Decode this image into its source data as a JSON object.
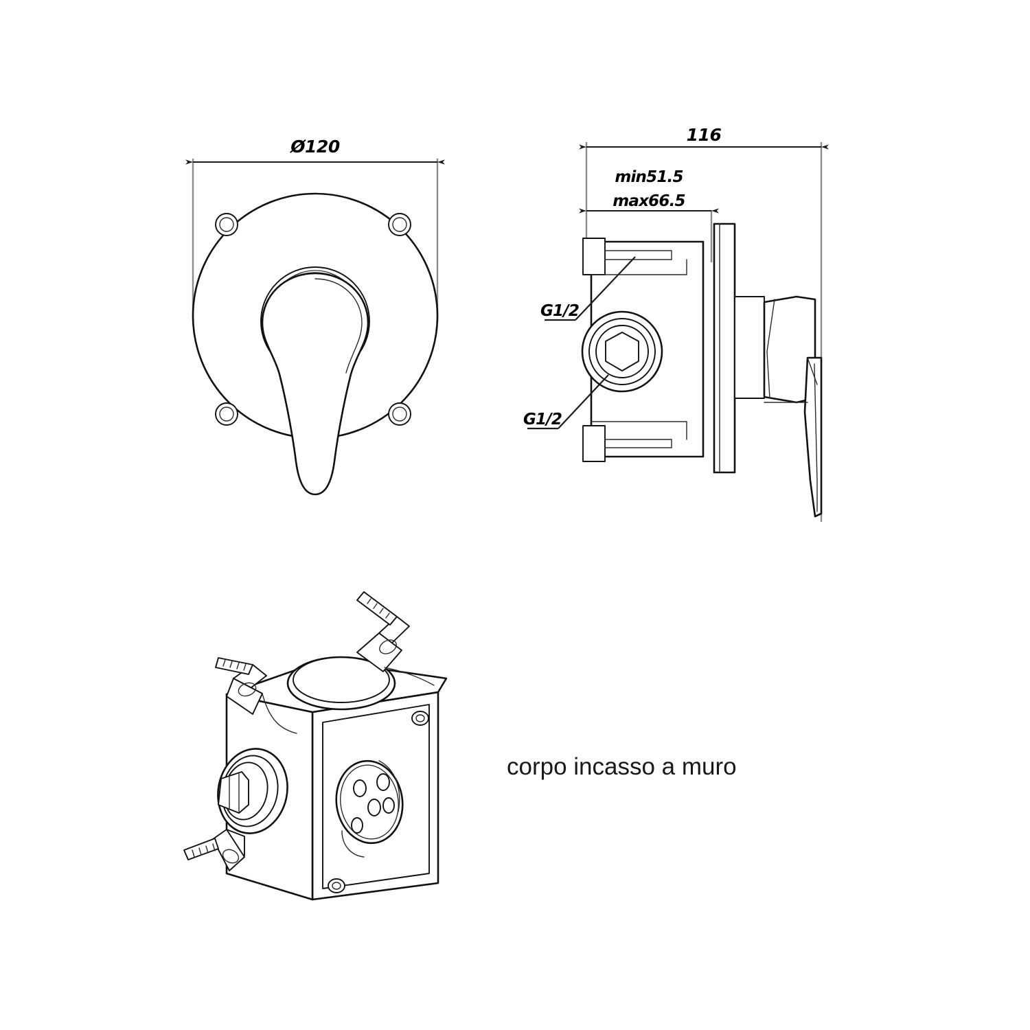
{
  "drawing": {
    "title": "corpo incasso a muro",
    "line_color": "#111111",
    "dim_color": "#000000",
    "ext_color": "#8c8c8c",
    "background": "#ffffff"
  },
  "front_view": {
    "name": "front view escutcheon",
    "diameter_label": "Ø120"
  },
  "side_view": {
    "name": "side section view",
    "overall_label": "116",
    "min_label": "min51.5",
    "max_label": "max66.5",
    "port_upper_label": "G1/2",
    "port_lower_label": "G1/2"
  },
  "iso_view": {
    "name": "isometric rough-in body",
    "caption": "corpo incasso a muro"
  }
}
